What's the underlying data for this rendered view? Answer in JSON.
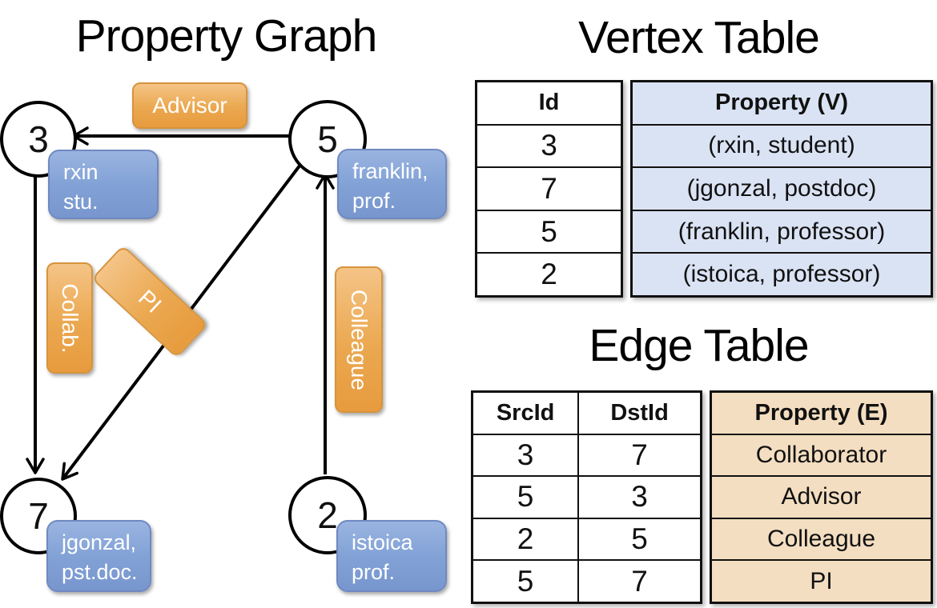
{
  "graph": {
    "title": "Property Graph",
    "nodes": [
      {
        "id": "3",
        "prop_line1": "rxin",
        "prop_line2": "stu."
      },
      {
        "id": "5",
        "prop_line1": "franklin,",
        "prop_line2": "prof."
      },
      {
        "id": "7",
        "prop_line1": "jgonzal,",
        "prop_line2": "pst.doc."
      },
      {
        "id": "2",
        "prop_line1": "istoica",
        "prop_line2": "prof."
      }
    ],
    "edge_labels": {
      "advisor": "Advisor",
      "collab": "Collab.",
      "pi": "PI",
      "colleague": "Colleague"
    }
  },
  "vertex_table": {
    "title": "Vertex Table",
    "columns": {
      "id": "Id",
      "property": "Property (V)"
    },
    "rows": [
      {
        "id": "3",
        "property": "(rxin, student)"
      },
      {
        "id": "7",
        "property": "(jgonzal, postdoc)"
      },
      {
        "id": "5",
        "property": "(franklin, professor)"
      },
      {
        "id": "2",
        "property": "(istoica, professor)"
      }
    ]
  },
  "edge_table": {
    "title": "Edge Table",
    "columns": {
      "src": "SrcId",
      "dst": "DstId",
      "property": "Property (E)"
    },
    "rows": [
      {
        "src": "3",
        "dst": "7",
        "property": "Collaborator"
      },
      {
        "src": "5",
        "dst": "3",
        "property": "Advisor"
      },
      {
        "src": "2",
        "dst": "5",
        "property": "Colleague"
      },
      {
        "src": "5",
        "dst": "7",
        "property": "PI"
      }
    ]
  },
  "colors": {
    "edge_label_orange": "#eba750",
    "vertex_label_blue": "#86a5d8",
    "vertex_table_cell": "#dae3f4",
    "edge_table_cell": "#f4dec1",
    "line": "#000000"
  }
}
